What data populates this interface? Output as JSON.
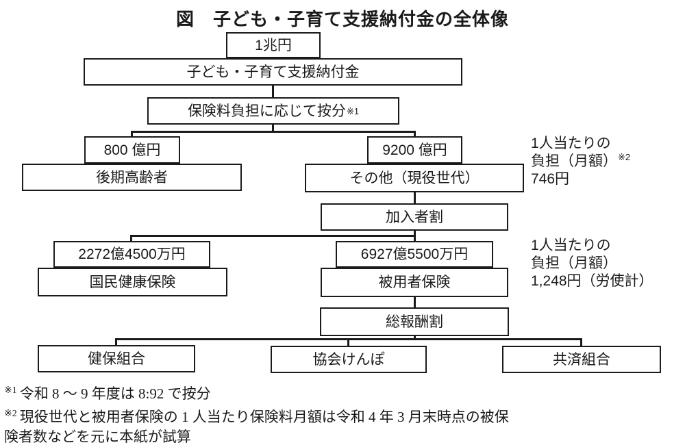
{
  "title": "図　子ども・子育て支援納付金の全体像",
  "colors": {
    "ink": "#1a1a1a",
    "background": "#ffffff"
  },
  "nodes": {
    "total": {
      "label": "1兆円"
    },
    "levy": {
      "label": "子ども・子育て支援納付金"
    },
    "apportion": {
      "label": "保険料負担に応じて按分",
      "note": "※1"
    },
    "amount_800": {
      "label": "800 億円"
    },
    "late_elderly": {
      "label": "後期高齢者"
    },
    "amount_9200": {
      "label": "9200 億円"
    },
    "others": {
      "label": "その他（現役世代）"
    },
    "per_member": {
      "label": "加入者割"
    },
    "amount_2272": {
      "label": "2272億4500万円"
    },
    "national_health": {
      "label": "国民健康保険"
    },
    "amount_6927": {
      "label": "6927億5500万円"
    },
    "employee_insurance": {
      "label": "被用者保険"
    },
    "total_remuneration": {
      "label": "総報酬割"
    },
    "kenpo_union": {
      "label": "健保組合"
    },
    "kyokai_kenpo": {
      "label": "協会けんぽ"
    },
    "kyosai_union": {
      "label": "共済組合"
    }
  },
  "annotations": {
    "burden_746": {
      "line1": "1人当たりの",
      "line2": "負担（月額）",
      "note": "※2",
      "line3": "746円"
    },
    "burden_1248": {
      "line1": "1人当たりの",
      "line2": "負担（月額）",
      "line3": "1,248円（労使計）"
    }
  },
  "footnotes": {
    "fn1": {
      "marker": "※1",
      "text": "令和 8 ～ 9 年度は 8:92 で按分"
    },
    "fn2": {
      "marker": "※2",
      "text": "現役世代と被用者保険の 1 人当たり保険料月額は令和 4 年 3 月末時点の被保",
      "text2": "険者数などを元に本紙が試算"
    }
  }
}
